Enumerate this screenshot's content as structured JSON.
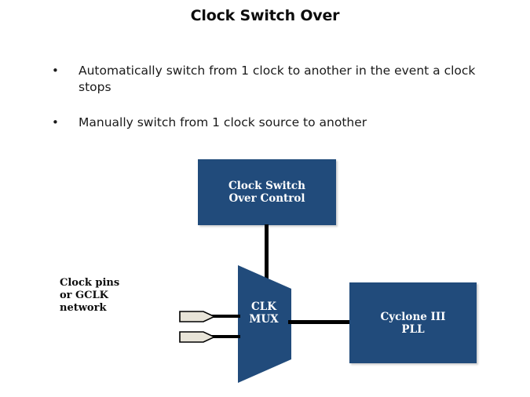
{
  "slide": {
    "title": "Clock Switch Over",
    "background_color": "#ffffff"
  },
  "bullets": [
    {
      "marker": "•",
      "text": "Automatically switch from 1 clock to another in the event a clock stops"
    },
    {
      "marker": "•",
      "text": "Manually switch from 1 clock source to another"
    }
  ],
  "diagram": {
    "block_fill_color": "#214b7b",
    "block_text_color": "#ffffff",
    "wire_color": "#000000",
    "pin_fill_color": "#e8e4d8",
    "pin_stroke_color": "#000000",
    "control_block": {
      "line1": "Clock Switch",
      "line2": "Over Control"
    },
    "mux_block": {
      "line1": "CLK",
      "line2": "MUX"
    },
    "pll_block": {
      "line1": "Cyclone III",
      "line2": "PLL"
    },
    "source_label": {
      "line1": "Clock pins",
      "line2": "or GCLK",
      "line3": "network"
    },
    "pins": [
      {
        "name": "clock-pin-1"
      },
      {
        "name": "clock-pin-2"
      }
    ]
  }
}
